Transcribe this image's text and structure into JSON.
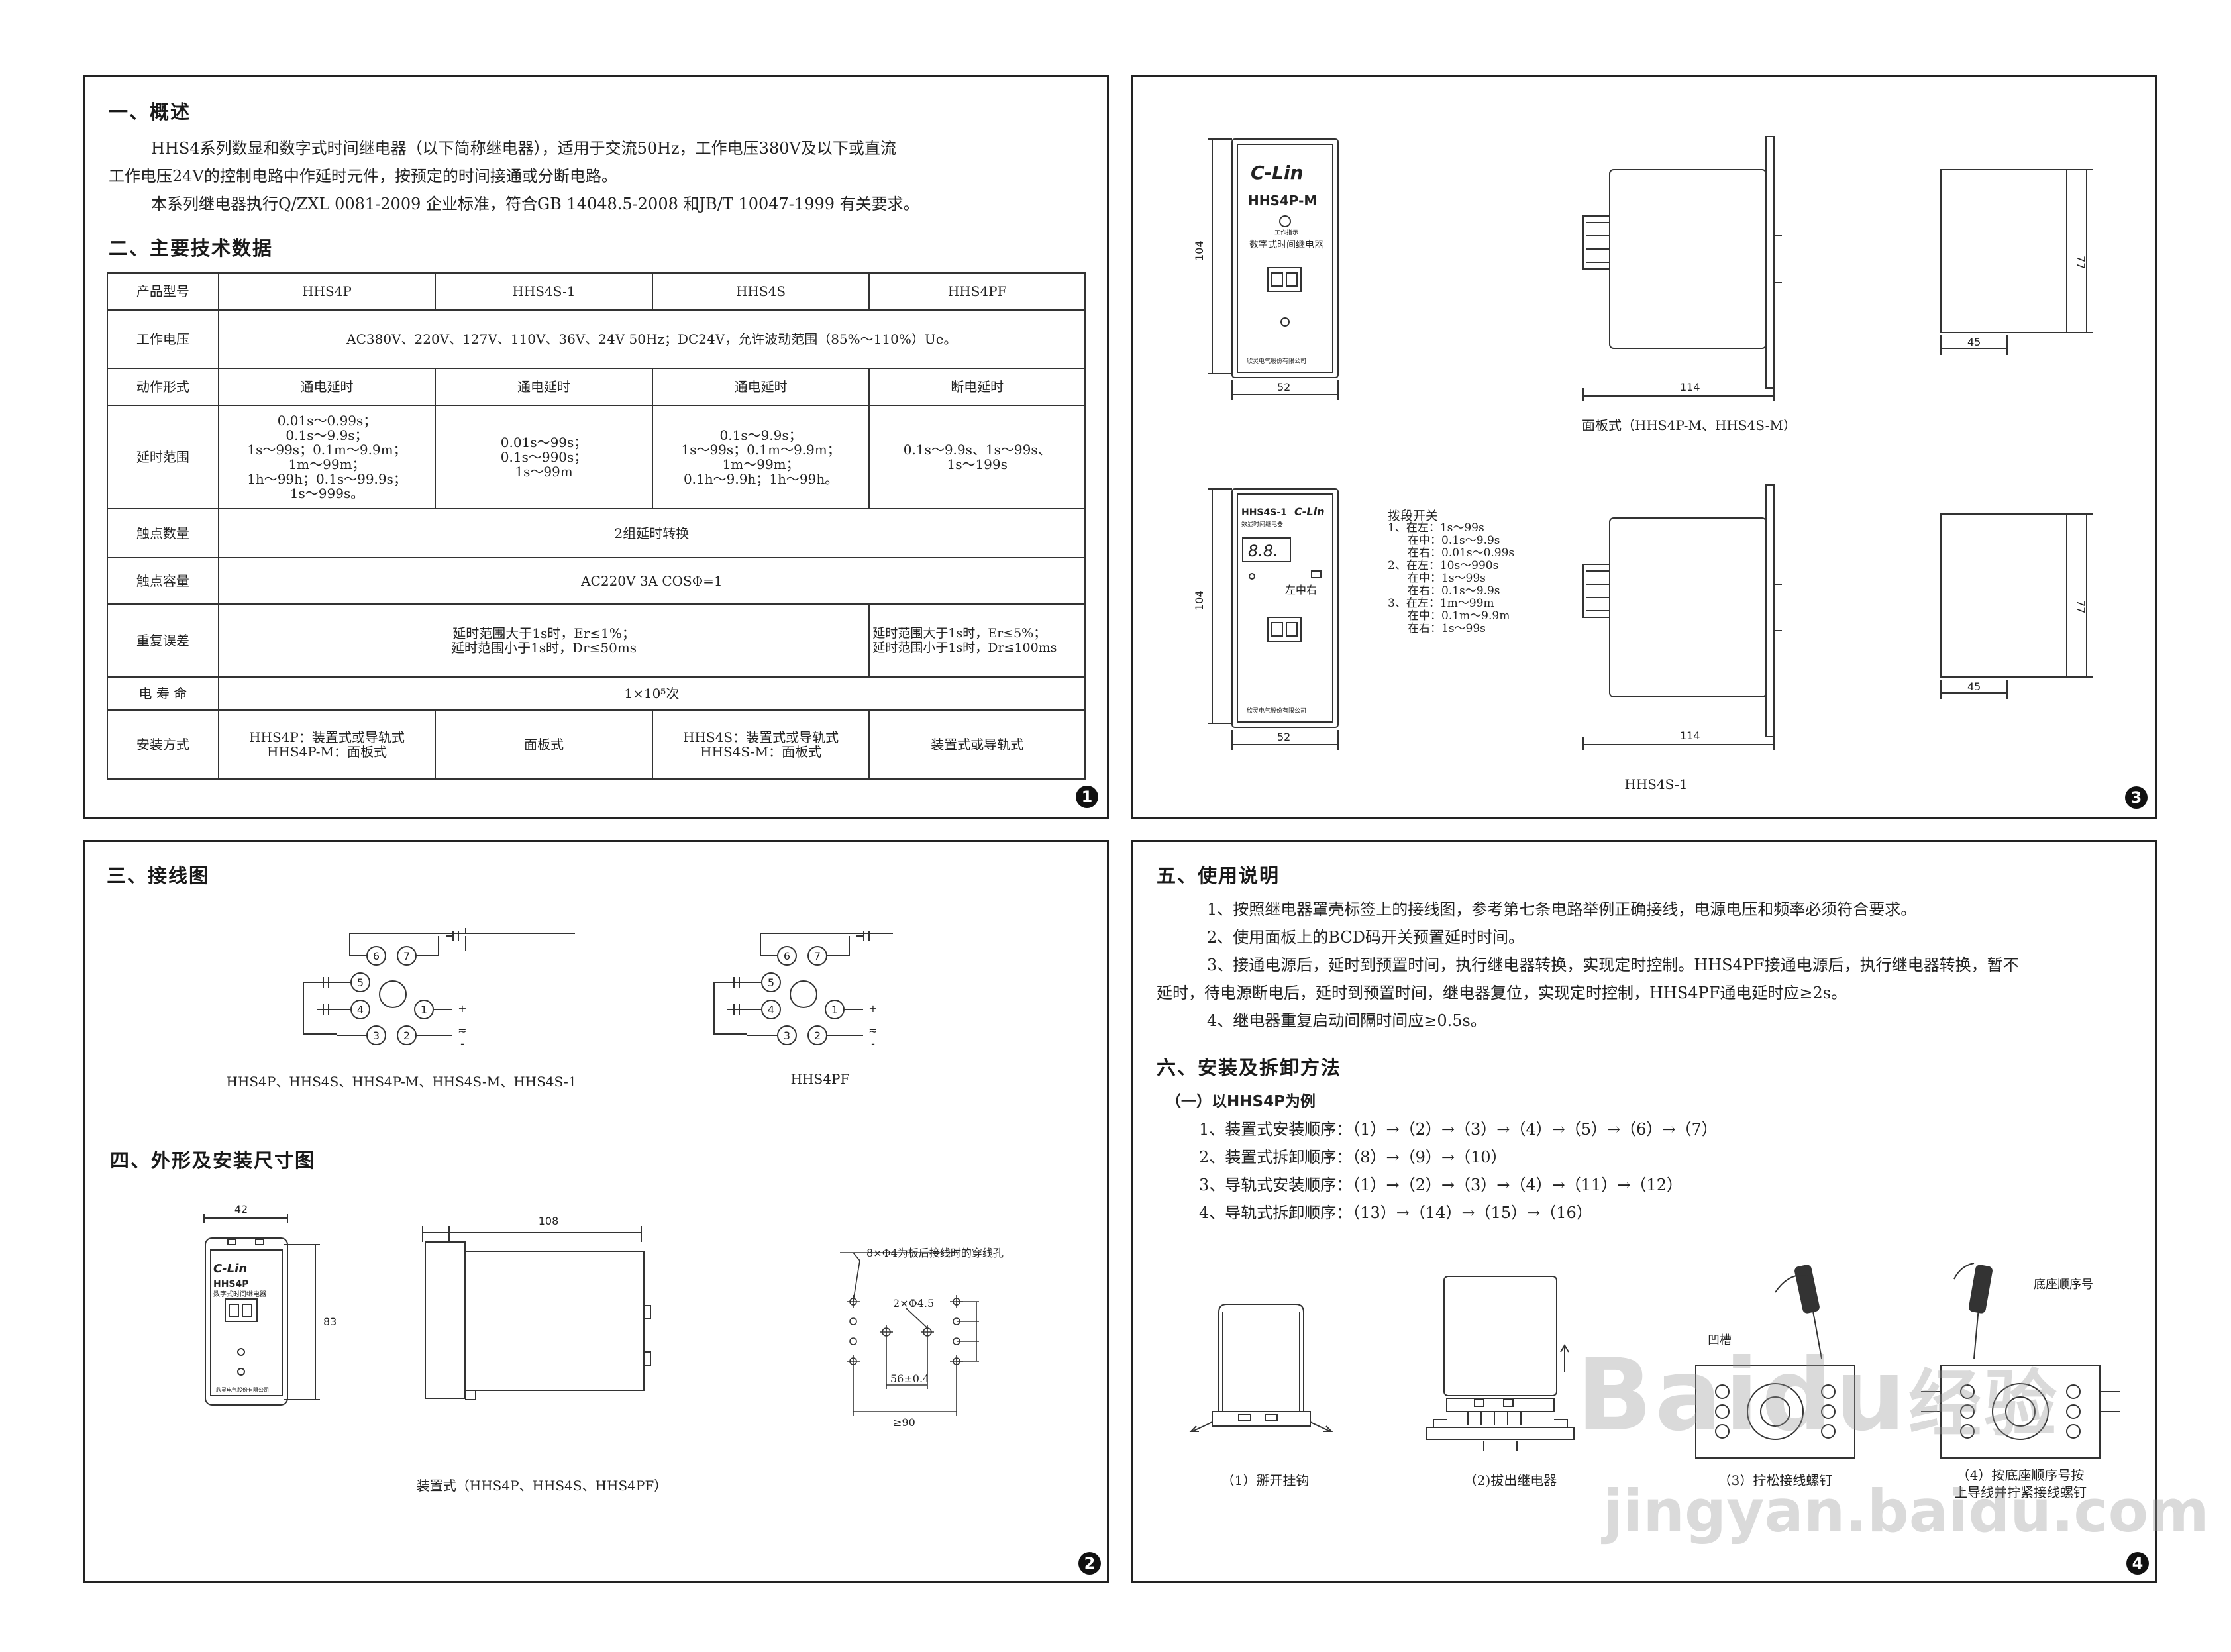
{
  "p1": {
    "num": "1",
    "h1": "一、概述",
    "para1a": "HHS4系列数显和数字式时间继电器（以下简称继电器），适用于交流50Hz，工作电压380V及以下或直流",
    "para1b": "工作电压24V的控制电路中作延时元件，按预定的时间接通或分断电路。",
    "para2": "本系列继电器执行Q/ZXL 0081-2009 企业标准，符合GB 14048.5-2008 和JB/T 10047-1999 有关要求。",
    "h2": "二、主要技术数据",
    "table": {
      "r_model": "产品型号",
      "m1": "HHS4P",
      "m2": "HHS4S-1",
      "m3": "HHS4S",
      "m4": "HHS4PF",
      "r_voltage": "工作电压",
      "voltage": "AC380V、220V、127V、110V、36V、24V 50Hz；DC24V，允许波动范围（85%～110%）Ue。",
      "r_action": "动作形式",
      "a1": "通电延时",
      "a2": "通电延时",
      "a3": "通电延时",
      "a4": "断电延时",
      "r_range": "延时范围",
      "rng1": [
        "0.01s～0.99s；",
        "0.1s～9.9s；",
        "1s～99s；0.1m～9.9m；",
        "1m～99m；",
        "1h～99h；0.1s～99.9s；",
        "1s～999s。"
      ],
      "rng2": [
        "0.01s～99s；",
        "0.1s～990s；",
        "1s～99m"
      ],
      "rng3": [
        "0.1s～9.9s；",
        "1s～99s；0.1m～9.9m；",
        "1m～99m；",
        "0.1h～9.9h；1h～99h。"
      ],
      "rng4": [
        "0.1s～9.9s、1s～99s、",
        "1s～199s"
      ],
      "r_contacts": "触点数量",
      "contacts": "2组延时转换",
      "r_capacity": "触点容量",
      "capacity": "AC220V 3A COSΦ=1",
      "r_error": "重复误差",
      "err1": [
        "延时范围大于1s时，Er≤1%；",
        "延时范围小于1s时，Dr≤50ms"
      ],
      "err2": [
        "延时范围大于1s时，Er≤5%；",
        "延时范围小于1s时，Dr≤100ms"
      ],
      "r_life": "电 寿 命",
      "life": "1×10⁵次",
      "r_mount": "安装方式",
      "mt1": [
        "HHS4P：装置式或导轨式",
        "HHS4P-M：面板式"
      ],
      "mt2": "面板式",
      "mt3": [
        "HHS4S：装置式或导轨式",
        "HHS4S-M：面板式"
      ],
      "mt4": "装置式或导轨式"
    }
  },
  "p2": {
    "num": "2",
    "h3": "三、接线图",
    "cap_a": "HHS4P、HHS4S、HHS4P-M、HHS4S-M、HHS4S-1",
    "cap_b": "HHS4PF",
    "h4": "四、外形及安装尺寸图",
    "dim_w": "42",
    "dim_h": "83",
    "dim_len": "108",
    "hole_note": "8×Φ4为板后接线时的穿线孔",
    "hole2": "2×Φ4.5",
    "dim_56": "56±0.4",
    "dim_90": "≥90",
    "cap_c": "装置式（HHS4P、HHS4S、HHS4PF）",
    "brand": "C-Lin",
    "model": "HHS4P",
    "sub": "数字式时间继电器",
    "maker": "欣灵电气股份有限公司"
  },
  "p3": {
    "num": "3",
    "brand": "C-Lin",
    "model_m": "HHS4P-M",
    "indicator": "工作指示",
    "sub": "数字式时间继电器",
    "maker": "欣灵电气股份有限公司",
    "d104": "104",
    "d52": "52",
    "d114": "114",
    "d77": "77",
    "d45": "45",
    "cap_m": "面板式（HHS4P-M、HHS4S-M）",
    "model_s1": "HHS4S-1",
    "sub_s1": "数显时间继电器",
    "display": "8.8.",
    "pos": "左中右",
    "switch_title": "拨段开关",
    "switch_lines": [
      "1、在左：1s～99s",
      "在中：0.1s～9.9s",
      "在右：0.01s～0.99s",
      "2、在左：10s～990s",
      "在中：1s～99s",
      "在右：0.1s～9.9s",
      "3、在左：1m～99m",
      "在中：0.1m～9.9m",
      "在右：1s～99s"
    ],
    "cap_s1": "HHS4S-1"
  },
  "p4": {
    "num": "4",
    "h5": "五、使用说明",
    "u1": "1、按照继电器罩壳标签上的接线图，参考第七条电路举例正确接线，电源电压和频率必须符合要求。",
    "u2": "2、使用面板上的BCD码开关预置延时时间。",
    "u3a": "3、接通电源后，延时到预置时间，执行继电器转换，实现定时控制。HHS4PF接通电源后，执行继电器转换，暂不",
    "u3b": "延时，待电源断电后，延时到预置时间，继电器复位，实现定时控制，HHS4PF通电延时应≥2s。",
    "u4": "4、继电器重复启动间隔时间应≥0.5s。",
    "h6": "六、安装及拆卸方法",
    "sub6": "（一）以HHS4P为例",
    "s1": "1、装置式安装顺序：（1）→（2）→（3）→（4）→（5）→（6）→（7）",
    "s2": "2、装置式拆卸顺序：（8）→（9）→（10）",
    "s3": "3、导轨式安装顺序：（1）→（2）→（3）→（4）→（11）→（12）",
    "s4": "4、导轨式拆卸顺序：（13）→（14）→（15）→（16）",
    "f1": "（1）掰开挂钩",
    "f2": "（2)拔出继电器",
    "f3": "（3）拧松接线螺钉",
    "f3_label": "凹槽",
    "f4a": "（4）按底座顺序号按",
    "f4b": "上导线并拧紧接线螺钉",
    "f4_label": "底座顺序号",
    "wm1": "Baidu",
    "wm_zh": "经验",
    "wm2": "jingyan.baidu.com"
  }
}
